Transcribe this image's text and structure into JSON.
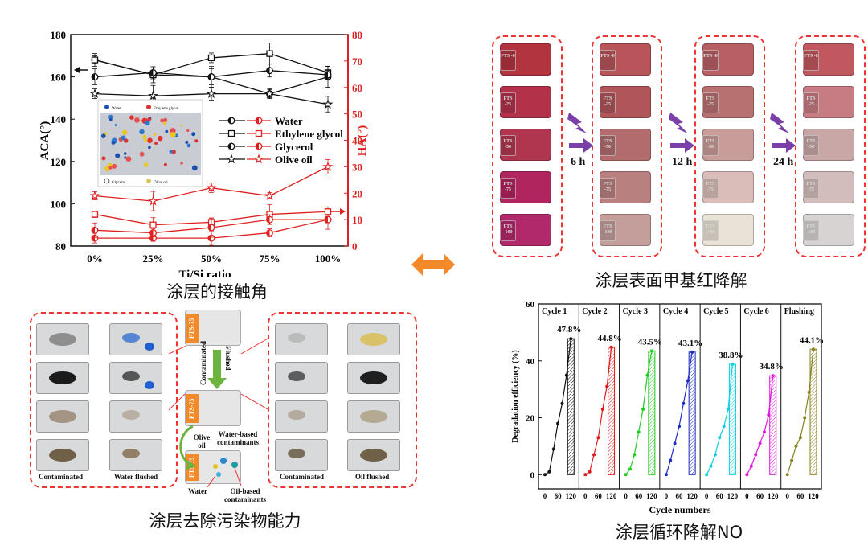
{
  "captions": {
    "contact_angle": "涂层的接触角",
    "methyl_red": "涂层表面甲基红降解",
    "contaminant": "涂层去除污染物能力",
    "no_cycle": "涂层循环降解NO"
  },
  "contact_angle_chart": {
    "type": "line",
    "categories": [
      "0%",
      "25%",
      "50%",
      "75%",
      "100%"
    ],
    "xlabel": "Ti/Si ratio",
    "ylabel_left": "ACA(°)",
    "ylabel_right": "HA(°)",
    "ylim_left": [
      80,
      180
    ],
    "ylim_right": [
      0,
      80
    ],
    "left_ticks": [
      "80",
      "100",
      "120",
      "140",
      "160",
      "180"
    ],
    "right_ticks": [
      "0",
      "10",
      "20",
      "30",
      "40",
      "50",
      "60",
      "70",
      "80"
    ],
    "series_aca": [
      {
        "name": "Water",
        "marker": "circle-half",
        "values": [
          168,
          161,
          160,
          152,
          160
        ]
      },
      {
        "name": "Ethylene glycol",
        "marker": "square",
        "values": [
          168,
          161,
          169,
          171,
          162
        ]
      },
      {
        "name": "Glycerol",
        "marker": "circle-half",
        "values": [
          160,
          162,
          160,
          163,
          161
        ]
      },
      {
        "name": "Olive oil",
        "marker": "star",
        "values": [
          152,
          151,
          152,
          152,
          147
        ]
      }
    ],
    "series_ha": [
      {
        "name": "Water",
        "values": [
          3,
          3,
          3,
          5,
          10
        ]
      },
      {
        "name": "Ethylene glycol",
        "values": [
          12,
          8,
          9,
          12,
          13
        ]
      },
      {
        "name": "Glycerol",
        "values": [
          6,
          5,
          7,
          10,
          10
        ]
      },
      {
        "name": "Olive oil",
        "values": [
          19,
          17,
          22,
          19,
          30
        ]
      }
    ],
    "legend": [
      "Water",
      "Ethylene glycol",
      "Glycerol",
      "Olive oil"
    ],
    "inset_legend": {
      "top": [
        "Water",
        "Ethylene glycol"
      ],
      "bottom": [
        "Glycerol",
        "Olive oil"
      ]
    },
    "colors": {
      "aca": "#111111",
      "ha": "#e02020"
    }
  },
  "methyl_red": {
    "samples": [
      "FTS\n-0",
      "FTS\n-25",
      "FTS\n-50",
      "FTS\n-75",
      "FTS\n-100"
    ],
    "times": [
      "6 h",
      "12 h",
      "24 h"
    ],
    "column_colors": [
      [
        "#b2343f",
        "#b3324a",
        "#b03650",
        "#b0255d",
        "#b2296b"
      ],
      [
        "#b8545a",
        "#b0565a",
        "#b26c6e",
        "#b98080",
        "#c39e9b"
      ],
      [
        "#b85f66",
        "#b87171",
        "#c89c98",
        "#dabdb9",
        "#e9e2d7"
      ],
      [
        "#c1575f",
        "#c77c83",
        "#c9a7a7",
        "#d3bdbc",
        "#d7d3d3"
      ]
    ]
  },
  "contaminant": {
    "label_fts": "FTS-75",
    "contaminated": "Contaminated",
    "flushed": "Flushed",
    "water_flushed": "Water flushed",
    "oil_flushed": "Oil flushed",
    "olive_oil": "Olive oil",
    "water_based": "Water-based contaminants",
    "water": "Water",
    "oil_based": "Oil-based contaminants"
  },
  "chart_data": {
    "type": "line",
    "title": "",
    "xlabel": "Cycle numbers",
    "ylabel": "Degradation efficiency (%)",
    "ylim": [
      -5,
      60
    ],
    "yticks": [
      "0",
      "20",
      "40",
      "60"
    ],
    "xticks": [
      "0",
      "60",
      "120"
    ],
    "series": [
      {
        "name": "Cycle 1",
        "color": "#111111",
        "final": "47.8%",
        "x": [
          0,
          20,
          40,
          60,
          80,
          100,
          120
        ],
        "y": [
          0,
          1,
          9,
          18,
          25,
          35,
          47.8
        ]
      },
      {
        "name": "Cycle 2",
        "color": "#e01b1b",
        "final": "44.8%",
        "x": [
          0,
          20,
          40,
          60,
          80,
          100,
          120
        ],
        "y": [
          0,
          1,
          7,
          13,
          23,
          31,
          44.8
        ]
      },
      {
        "name": "Cycle 3",
        "color": "#22cc22",
        "final": "43.5%",
        "x": [
          0,
          20,
          40,
          60,
          80,
          100,
          120
        ],
        "y": [
          0,
          2,
          7,
          15,
          23,
          35,
          43.5
        ]
      },
      {
        "name": "Cycle 4",
        "color": "#1f2fc0",
        "final": "43.1%",
        "x": [
          0,
          20,
          40,
          60,
          80,
          100,
          120
        ],
        "y": [
          0,
          5,
          11,
          17,
          25,
          33,
          43.1
        ]
      },
      {
        "name": "Cycle 5",
        "color": "#11cfe0",
        "final": "38.8%",
        "x": [
          0,
          20,
          40,
          60,
          80,
          100,
          120
        ],
        "y": [
          0,
          3,
          7,
          13,
          17,
          23,
          38.8
        ]
      },
      {
        "name": "Cycle 6",
        "color": "#e018e0",
        "final": "34.8%",
        "x": [
          0,
          20,
          40,
          60,
          80,
          100,
          120
        ],
        "y": [
          0,
          3,
          7,
          11,
          15,
          21,
          34.8
        ]
      },
      {
        "name": "Flushing",
        "color": "#8a8420",
        "final": "44.1%",
        "x": [
          0,
          20,
          40,
          60,
          80,
          100,
          120
        ],
        "y": [
          0,
          5,
          10,
          13,
          20,
          29,
          44.1
        ]
      }
    ]
  }
}
